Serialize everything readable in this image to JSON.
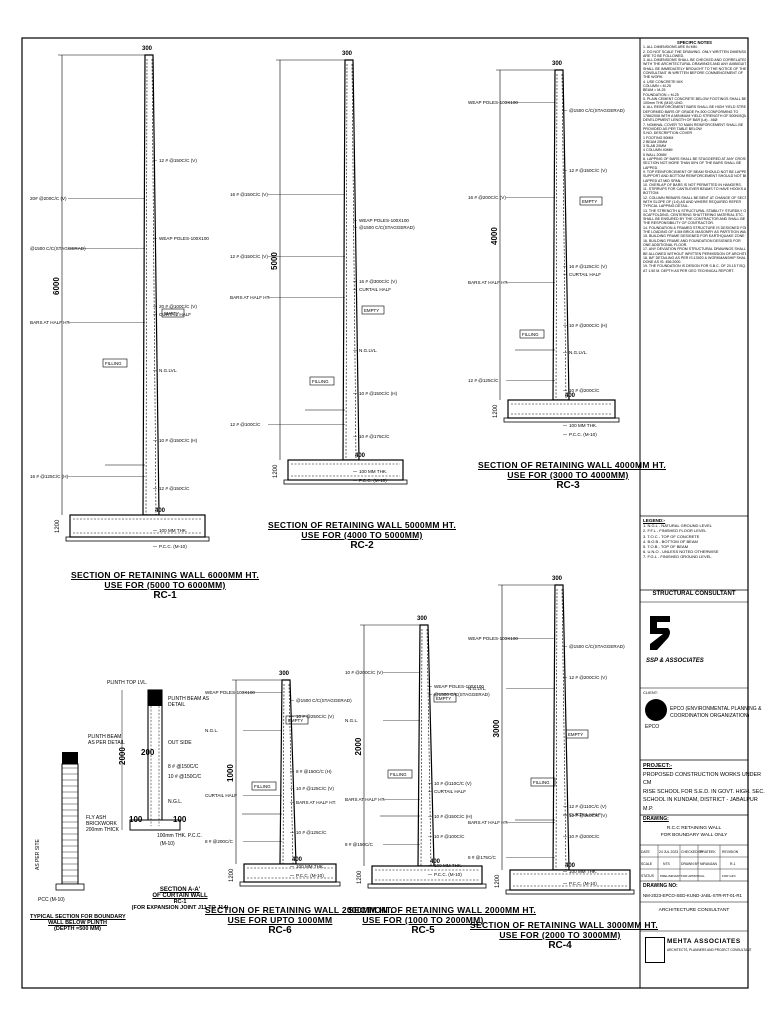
{
  "sections": [
    {
      "id": "rc1",
      "title": "SECTION OF RETAINING WALL 6000MM HT.",
      "use": "USE FOR (5000 TO 6000MM)",
      "tag": "RC-1",
      "top_width": "300",
      "height_dim": "6000",
      "base_dim": "1200",
      "base_h": "400",
      "labels": [
        "20# @200C/C (V)",
        "12 # @150C/C (V)",
        "WEAP POLES-100X100",
        "@1500 C/C(STAGGERAD)",
        "20 # @100C/C (V)",
        "CURTAIL HALF",
        "BARS AT HALF HT.",
        "N.G.LVL.",
        "10 # @150C/C (H)",
        "16 # @125C/C (H)",
        "12 # @150C/C",
        "100 MM THK.",
        "P.C.C. (M-10)"
      ],
      "fill": "FILLING",
      "empty": "EMPTY"
    },
    {
      "id": "rc2",
      "title": "SECTION OF RETAINING WALL 5000MM HT.",
      "use": "USE FOR (4000 TO 5000MM)",
      "tag": "RC-2",
      "top_width": "300",
      "height_dim": "5000",
      "base_dim": "1200",
      "base_h": "400",
      "labels": [
        "16 # @150C/C (V)",
        "WEAP POLES-100X100",
        "@1500 C/C(STAGGERAD)",
        "12 # @150C/C (V)",
        "16 # @300C/C (V)",
        "CURTAIL HALF",
        "BARS AT HALF HT.",
        "N.G.LVL.",
        "10 # @150C/C (H)",
        "12 # @100C/C",
        "10 # @175C/C",
        "100 MM THK.",
        "P.C.C. (M-10)"
      ],
      "fill": "FILLING",
      "empty": "EMPTY"
    },
    {
      "id": "rc3",
      "title": "SECTION OF RETAINING WALL 4000MM HT.",
      "use": "USE FOR (3000 TO 4000MM)",
      "tag": "RC-3",
      "top_width": "300",
      "height_dim": "4000",
      "base_dim": "1200",
      "base_h": "400",
      "labels": [
        "WEAP POLES-100X100",
        "@1500 C/C(STAGGERAD)",
        "12 # @150C/C (V)",
        "16 # @200C/C (V)",
        "16 # @125C/C (V)",
        "CURTAIL HALF",
        "BARS AT HALF HT.",
        "10 # @200C/C (H)",
        "N.G.LVL.",
        "12 # @125C/C",
        "10 # @200C/C",
        "100 MM THK.",
        "P.C.C. (M-10)"
      ],
      "fill": "FILLING",
      "empty": "EMPTY"
    },
    {
      "id": "rc4",
      "title": "SECTION OF RETAINING WALL 3000MM HT.",
      "use": "USE FOR (2000 TO 3000MM)",
      "tag": "RC-4",
      "top_width": "300",
      "height_dim": "3000",
      "base_dim": "1200",
      "base_h": "400",
      "labels": [
        "WEAP POLES-100X100",
        "@1500 C/C(STAGGERAD)",
        "12 # @200C/C (V)",
        "N.G.LVL.",
        "12 # @110C/C (V)",
        "CURTAIL HALF",
        "BARS AT HALF HT.",
        "12 # @150C/C (V)",
        "10 # @200C/C",
        "8 # @175C/C",
        "100 MM THK.",
        "P.C.C. (M-10)"
      ],
      "fill": "FILLING",
      "empty": "EMPTY"
    },
    {
      "id": "rc5",
      "title": "SECTION OF RETAINING WALL 2000MM HT.",
      "use": "USE FOR (1000 TO 2000MM)",
      "tag": "RC-5",
      "top_width": "300",
      "height_dim": "2000",
      "base_dim": "1200",
      "base_h": "400",
      "labels": [
        "10 # @200C/C (V)",
        "WEAP POLES-100X100",
        "@1500 C/C(STAGGERAD)",
        "N.G.L.",
        "10 # @110C/C (V)",
        "CURTAIL HALF",
        "BARS AT HALF HT.",
        "10 # @150C/C (H)",
        "10 # @100C/C",
        "8 # @150C/C",
        "100 MM THK.",
        "P.C.C. (M-10)"
      ],
      "fill": "FILLING",
      "empty": "EMPTY"
    },
    {
      "id": "rc6",
      "title": "SECTION OF RETAINING WALL 2000MM HT.",
      "use": "USE FOR UPTO 1000MM",
      "tag": "RC-6",
      "top_width": "300",
      "height_dim": "1000",
      "base_dim": "1200",
      "base_h": "400",
      "labels": [
        "WEAP POLES-100X100",
        "@1500 C/C(STAGGERAD)",
        "10 # @250C/C (V)",
        "N.G.L.",
        "8 # @150C/C (H)",
        "10 # @125C/C (V)",
        "CURTAIL HALF",
        "BARS AT HALF HT.",
        "10 # @125C/C",
        "8 # @200C/C",
        "100 MM THK.",
        "P.C.C. (M-10)"
      ],
      "fill": "FILLING",
      "empty": "EMPTY"
    }
  ],
  "curtain": {
    "plinth": "PLINTH TOP LVL.",
    "beam_detail": "PLINTH BEAM AS",
    "beam_detail2": "DETAIL",
    "out_side": "OUT SIDE",
    "bar1": "8 # @150C/C",
    "bar2": "10 # @150C/C",
    "ngl": "N.G.L.",
    "pcc": "100mm THK. P.C.C.",
    "pcc2": "(M-10)",
    "dim200": "200",
    "dim2000": "2000",
    "dim100a": "100",
    "dim100b": "100",
    "title": "SECTION A-A'",
    "sub": "OF CURTAIN WALL",
    "tag": "RC-1",
    "note": "(FOR EXPANSION JOINT J11 TO J14)"
  },
  "boundary": {
    "beam": "PLINTH BEAM",
    "beam2": "AS PER DETAIL",
    "fly": "FLY ASH",
    "fly2": "BRICKWORK",
    "fly3": "200mm THICK",
    "side": "AS PER SITE",
    "pcc": "PCC (M-10)",
    "title": "TYPICAL SECTION FOR BOUNDARY",
    "title2": "WALL BELOW PLINTH",
    "title3": "(DEPTH =500 MM)"
  },
  "notes": {
    "heading": "SPECIFIC NOTES",
    "lines": [
      "1. ALL DIMENSIONS ARE IN MM.",
      "2. DO NOT SCALE THE DRAWING. ONLY WRITTEN DIMENSIONS",
      "   ARE TO BE FOLLOWED.",
      "3. ALL DIMENSIONS SHALL BE CHECKED AND CORRELATED",
      "   WITH THE ARCHITECTURAL DRAWINGS AND ANY AMBIGUITY",
      "   SHALL BE IMMEDIATELY BROUGHT TO THE NOTICE OF THE",
      "   CONSULTANT IN WRITTEN BEFORE COMMENCEMENT OF",
      "   THE WORK.",
      "4. USE CONCRETE MIX",
      "      COLUMN        =    M-25",
      "      BEAM           =    M-25",
      "      FOUNDATION   =    M-25",
      "5. PLAIN CEMENT CONCRETE BELOW FOOTINGS SHALL BE",
      "   100mm THK (M10) UNO.",
      "6. ALL REINFORCEMENT BARS SHALL BE HIGH YIELD STRENGTH",
      "   DEFORMED BARS OF GRADE Fe-500 CONFORMING TO",
      "   1786/2008 WITH A MINIMUM YIELD STRENGTH OF 500N/SQMM",
      "   DEVELOPMENT LENGTH OF BAR (Ld) - 46Ø",
      "7. NOMINAL COVER TO MAIN REINFORCEMENT SHALL BE",
      "   PROVIDED AS PER TABLE BELOW",
      "      S.NO.  DESCRIPTION       COVER",
      "      1       FOOTING           50MM",
      "      2       BEAM              25MM",
      "      3       SLAB              20MM",
      "      4       COLUMN            40MM",
      "      5       WALL              20MM",
      "8. LAPPING OF BARS SHALL BE STAGGERED AT ANY CROSS",
      "   SECTION NOT MORE THAN 50% OF THE BARS SHALL BE",
      "   LAPPED.",
      "9. TOP REINFORCEMENT OF BEAM SHOULD NOT BE LAPPED AT",
      "   SUPPORT AND BOTTOM REINFORCEMENT SHOULD NOT BE",
      "   LAPPED AT MID SPAN.",
      "10. OVERLAP OF BARS IS NOT PERMITTED IN HANGERS.",
      "11. STIRRUPS FOR CANTILEVER BEAMS TO HAVE HOOKS AT",
      "   BOTTOM.",
      "12. COLUMN REBARS SHALL BE BENT AT CHANGE OF SECTION",
      "   WITH SLOPE OF (1:6) AS AND WHERE REQUIRED REFER",
      "   TYPICAL LAPPING DETAIL.",
      "13. THE STRENGTH & STRUCTURAL STABILITY STURDILY OF",
      "   SCAFFOLDING, CENTERING SHUTTERING MATERIAL ETC.",
      "   SHALL BE ENSURED BY THE CONTRACTOR AND SHALL BE",
      "   THE RESPONSIBILITY OF CONTRACTOR.",
      "14. FOUNDATION & FRAMED STRUCTURE IS DESIGNED FOR",
      "   THE LOADING OF 4.5M BRICK MASONRY AS PARTITION WALL.",
      "15. BUILDING FRAME DESIGNED FOR EARTHQUAKE ZONE III.",
      "16. BUILDING FRAME AND FOUNDATION DESIGNED FOR",
      "   ONE ADDITIONAL FLOOR.",
      "17. ANY DEVIATION FROM STRUCTURAL DRAWINGS SHALL NOT",
      "   BE ALLOWED WITHOUT WRITTEN PERMISSION OF ARCHITECT",
      "18. B/F DETAILING AS PER IS:13920 & WORKMANSHIP SHALL BE",
      "   DONE AS IS: 456:2000.",
      "19. THE FOUNDATION IS DESIGN FOR S.B.C. OF 20.15 T/SQ.MT.",
      "   AT 1.50 M.  DEPTH AS PER GEO TECHNICAL REPORT."
    ]
  },
  "legend": {
    "heading": "LEGEND:-",
    "lines": [
      "1. N.G.L - NATURAL GROUND LEVEL",
      "2. F.F.L - FINISHED FLOOR LEVEL",
      "3. T.O.C - TOP OF CONCRETE",
      "4. B.O.B - BOTTOM OF BEAM",
      "5. T.O.B - TOP OF BEAM",
      "6. U.N.O - UNLESS NOTED OTHERWISE",
      "7. F.G.L - FINISHED GROUND LEVEL"
    ]
  },
  "consultant": {
    "heading": "STRUCTURAL CONSULTANT",
    "firm": "SSP & ASSOCIATES",
    "client_label": "CLIENT:",
    "client_name": "EPCO (ENVIRONMENTAL PLANNING &",
    "client_name2": "COORDINATION ORGANIZATION)",
    "client_logo": "EPCO"
  },
  "project": {
    "label": "PROJECT:-",
    "lines": [
      "PROPOSED CONSTRUCTION WORKS UNDER CM",
      "RISE SCHOOL FOR S.E.D. IN GOVT. HIGH. SEC.",
      "SCHOOL IN KUNDAM, DISTRICT - JABALPUR M.P."
    ]
  },
  "drawing": {
    "label": "DRAWING:",
    "title1": "R.C.C RETAINING WALL",
    "title2": "FOR BOUNDARY WALL ONLY"
  },
  "meta": {
    "date_l": "DATE",
    "date_v": "24 JUL 2023",
    "checked_l": "CHECKED BY",
    "checked_v": "PRATEEK",
    "rev_l": "REVISION",
    "scale_l": "SCALE",
    "scale_v": "NTS",
    "drawn_l": "DRAWN BY",
    "drawn_v": "NIRANJAN",
    "rev_v": "R-1",
    "status_l": "STATUS",
    "status_v": "PRELIMINARY",
    "approval": "FOR APPROVAL",
    "construct": "FOR GFC",
    "dwgno_l": "DRAWING NO:",
    "dwgno_v": "NM-2023-EPCO-SED-KUND-JABL-STR-RT-01-R1"
  },
  "architect": {
    "heading": "ARCHITECTURE CONSULTANT",
    "firm": "MEHTA ASSOCIATES",
    "tagline": "ARCHITECTS, PLANNERS AND PROJECT CONSULTANT"
  }
}
